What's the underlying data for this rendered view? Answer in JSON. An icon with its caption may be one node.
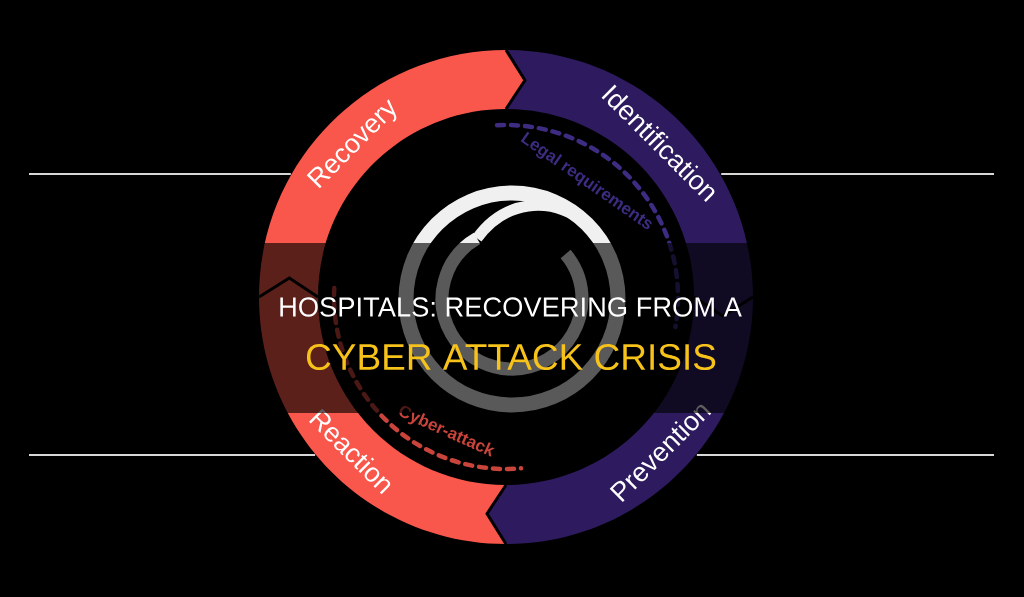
{
  "diagram": {
    "title": "HOSPITALS: RECOVERING FROM A",
    "nodes": [
      {
        "text": [
          "Recovery"
        ]
      },
      {
        "text": [
          "Identification"
        ]
      },
      {
        "text": [
          "Reaction"
        ]
      },
      {
        "text": [
          "Prevention"
        ]
      }
    ],
    "edges": [
      {
        "from": 0,
        "to": 1,
        "arrow": "to"
      },
      {
        "from": 1,
        "to": 3,
        "arrow": "to"
      },
      {
        "from": 3,
        "to": 2,
        "arrow": "to"
      },
      {
        "from": 2,
        "to": 0,
        "arrow": "to"
      }
    ],
    "labels": [
      "Legal requirements",
      "CYBER ATTACK CRISIS",
      "Cyber-attack"
    ]
  }
}
